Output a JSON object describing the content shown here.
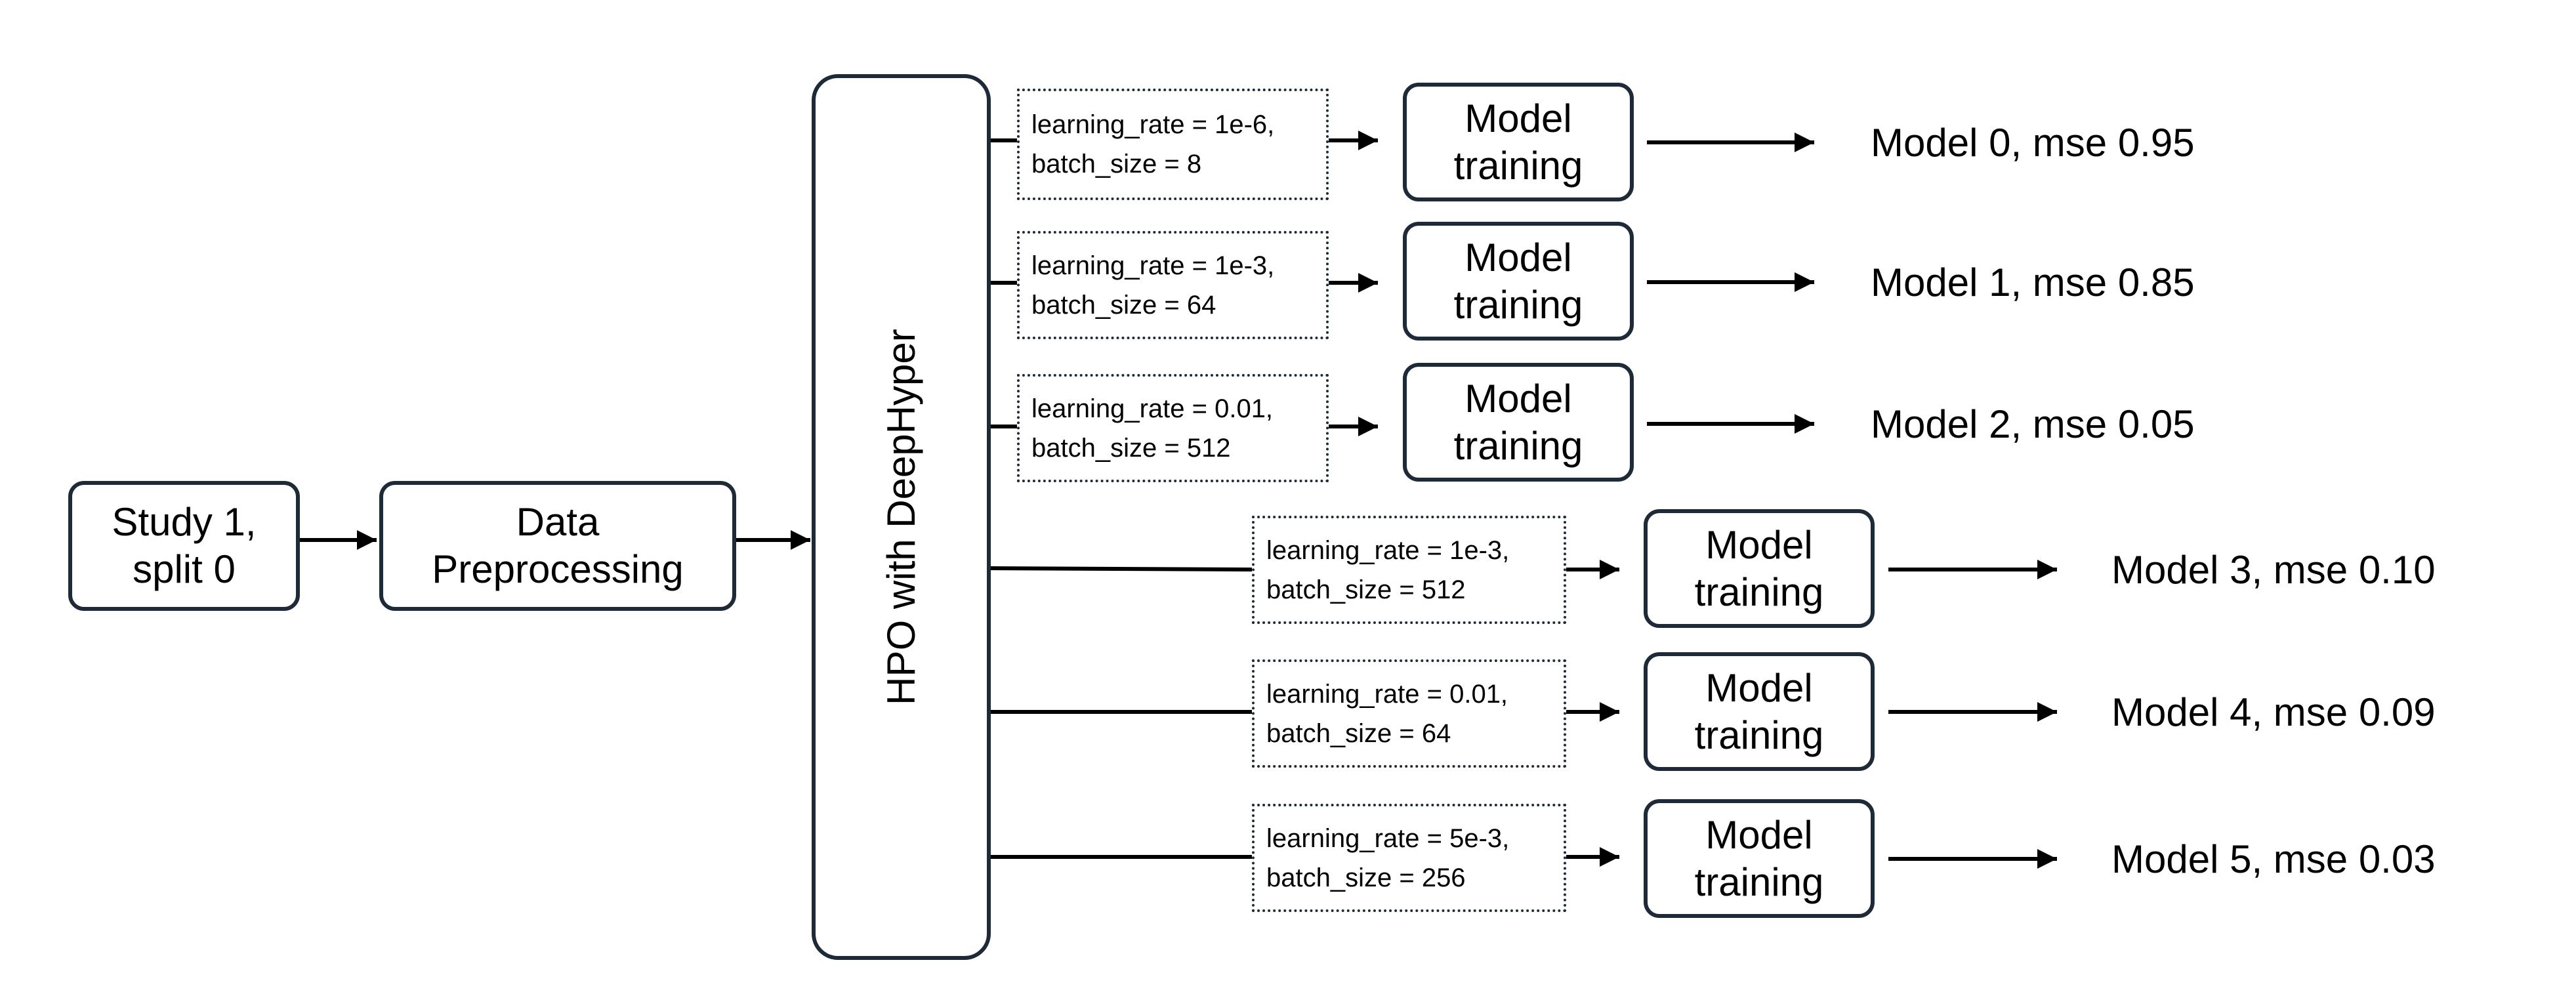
{
  "colors": {
    "stroke": "#1f2a38",
    "text": "#000000",
    "background": "#ffffff"
  },
  "input_box": {
    "label": "Study 1,\nsplit 0"
  },
  "preprocess_box": {
    "label": "Data\nPreprocessing"
  },
  "hpo_box": {
    "label": "HPO with DeepHyper"
  },
  "branches": [
    {
      "params": "learning_rate = 1e-6,\nbatch_size = 8",
      "training": "Model\ntraining",
      "result": "Model 0, mse 0.95"
    },
    {
      "params": "learning_rate = 1e-3,\nbatch_size = 64",
      "training": "Model\ntraining",
      "result": "Model 1, mse 0.85"
    },
    {
      "params": "learning_rate = 0.01,\nbatch_size = 512",
      "training": "Model\ntraining",
      "result": "Model 2, mse 0.05"
    },
    {
      "params": "learning_rate = 1e-3,\nbatch_size = 512",
      "training": "Model\ntraining",
      "result": "Model 3, mse 0.10"
    },
    {
      "params": "learning_rate = 0.01,\nbatch_size = 64",
      "training": "Model\ntraining",
      "result": "Model 4, mse 0.09"
    },
    {
      "params": "learning_rate = 5e-3,\nbatch_size = 256",
      "training": "Model\ntraining",
      "result": "Model 5, mse 0.03"
    }
  ]
}
